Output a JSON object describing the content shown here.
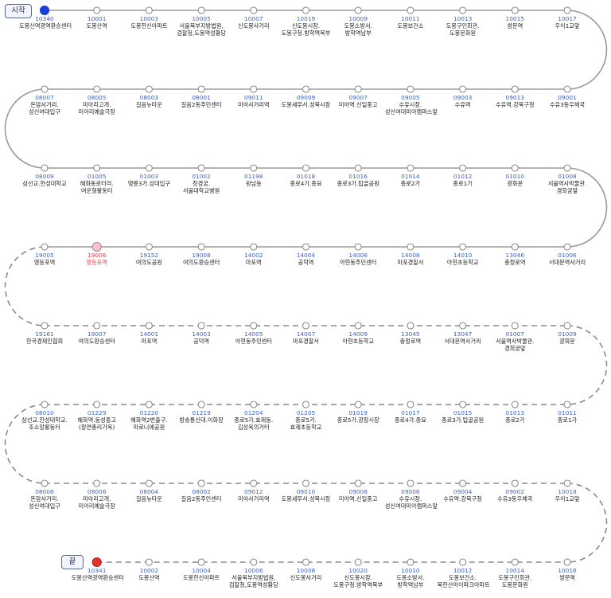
{
  "markers": {
    "start": "시작",
    "end": "끝"
  },
  "rows": [
    {
      "dir": "ltr",
      "style": "solid",
      "stops": [
        {
          "id": "10340",
          "name": "도봉산역광역환승센터",
          "type": "start"
        },
        {
          "id": "10001",
          "name": "도봉산역"
        },
        {
          "id": "10003",
          "name": "도봉한신아파트"
        },
        {
          "id": "10005",
          "name": "서울북부지방법원,검찰청,도봉역성황당"
        },
        {
          "id": "10007",
          "name": "신도봉사거리"
        },
        {
          "id": "10019",
          "name": "신도봉시장.도봉구청.방학역북부"
        },
        {
          "id": "10009",
          "name": "도봉소방서.방학역남부"
        },
        {
          "id": "10011",
          "name": "도봉보건소"
        },
        {
          "id": "10013",
          "name": "도봉구민회관.도봉문화원"
        },
        {
          "id": "10015",
          "name": "쌍문역"
        },
        {
          "id": "10017",
          "name": "우이1교앞"
        }
      ]
    },
    {
      "dir": "rtl",
      "style": "solid",
      "stops": [
        {
          "id": "09001",
          "name": "수유3동우체국"
        },
        {
          "id": "09013",
          "name": "수유역.강북구청"
        },
        {
          "id": "09003",
          "name": "수유역"
        },
        {
          "id": "09005",
          "name": "수유시장.성신여대미아캠퍼스앞"
        },
        {
          "id": "09007",
          "name": "미아역.신일중고"
        },
        {
          "id": "09009",
          "name": "도봉세무서.성북시장"
        },
        {
          "id": "09011",
          "name": "미아사거리역"
        },
        {
          "id": "08001",
          "name": "길음2동주민센터"
        },
        {
          "id": "08003",
          "name": "길음뉴타운"
        },
        {
          "id": "08005",
          "name": "미아리고개.미아리예술극장"
        },
        {
          "id": "08007",
          "name": "돈암사거리.성신여대입구"
        }
      ]
    },
    {
      "dir": "ltr",
      "style": "solid",
      "stops": [
        {
          "id": "08009",
          "name": "삼선교.한성대학교"
        },
        {
          "id": "01005",
          "name": "혜화동로터리.여운형활동터"
        },
        {
          "id": "01003",
          "name": "명륜3가.성대입구"
        },
        {
          "id": "01002",
          "name": "창경궁.서울대학교병원"
        },
        {
          "id": "01198",
          "name": "원남동"
        },
        {
          "id": "01018",
          "name": "종로4가.종묘"
        },
        {
          "id": "01016",
          "name": "종로3가.탑골공원"
        },
        {
          "id": "01014",
          "name": "종로2가"
        },
        {
          "id": "01012",
          "name": "종로1가"
        },
        {
          "id": "01010",
          "name": "광화문"
        },
        {
          "id": "01008",
          "name": "서울역사박물관.경희궁앞"
        }
      ]
    },
    {
      "dir": "rtl",
      "style": "solid",
      "stops": [
        {
          "id": "01006",
          "name": "서대문역사거리"
        },
        {
          "id": "13046",
          "name": "충정로역"
        },
        {
          "id": "14010",
          "name": "아현초등학교"
        },
        {
          "id": "14008",
          "name": "마포경찰서"
        },
        {
          "id": "14006",
          "name": "아현동주민센터"
        },
        {
          "id": "14004",
          "name": "공덕역"
        },
        {
          "id": "14002",
          "name": "마포역"
        },
        {
          "id": "19008",
          "name": "여의도환승센터"
        },
        {
          "id": "19152",
          "name": "여의도공원"
        },
        {
          "id": "19006",
          "name": "영등포역",
          "type": "current"
        },
        {
          "id": "19005",
          "name": "영등포역"
        }
      ]
    },
    {
      "dir": "ltr",
      "style": "dash",
      "stops": [
        {
          "id": "19161",
          "name": "한국경제인협회"
        },
        {
          "id": "19007",
          "name": "여의도환승센터"
        },
        {
          "id": "14001",
          "name": "마포역"
        },
        {
          "id": "14003",
          "name": "공덕역"
        },
        {
          "id": "14005",
          "name": "아현동주민센터"
        },
        {
          "id": "14007",
          "name": "마포경찰서"
        },
        {
          "id": "14009",
          "name": "아현초등학교"
        },
        {
          "id": "13045",
          "name": "충정로역"
        },
        {
          "id": "13047",
          "name": "서대문역사거리"
        },
        {
          "id": "01007",
          "name": "서울역사박물관.경희궁앞"
        },
        {
          "id": "01009",
          "name": "광화문"
        }
      ]
    },
    {
      "dir": "rtl",
      "style": "dash",
      "stops": [
        {
          "id": "01011",
          "name": "종로1가"
        },
        {
          "id": "01013",
          "name": "종로2가"
        },
        {
          "id": "01015",
          "name": "종로3가.탑골공원"
        },
        {
          "id": "01017",
          "name": "종로4가.종묘"
        },
        {
          "id": "01019",
          "name": "종로5가.광장시장"
        },
        {
          "id": "01205",
          "name": "종로5가.효제초등학교"
        },
        {
          "id": "01204",
          "name": "종로5가.효제동.김상옥의거터"
        },
        {
          "id": "01219",
          "name": "방송통신대.이화장"
        },
        {
          "id": "01220",
          "name": "혜화역2번출구.마로니에공원"
        },
        {
          "id": "01229",
          "name": "혜화역.동성중고(장면총리가옥)"
        },
        {
          "id": "08010",
          "name": "삼선교.한성대학교.조소앙활동터"
        }
      ]
    },
    {
      "dir": "ltr",
      "style": "dash",
      "stops": [
        {
          "id": "08008",
          "name": "돈암사거리.성신여대입구"
        },
        {
          "id": "08006",
          "name": "미아리고개.미아리예술극장"
        },
        {
          "id": "08004",
          "name": "길음뉴타운"
        },
        {
          "id": "08002",
          "name": "길음2동주민센터"
        },
        {
          "id": "09012",
          "name": "미아사거리역"
        },
        {
          "id": "09010",
          "name": "도봉세무서.성북시장"
        },
        {
          "id": "09008",
          "name": "미아역.신일중고"
        },
        {
          "id": "09006",
          "name": "수유시장.성신여대미아캠퍼스앞"
        },
        {
          "id": "09004",
          "name": "수유역.강북구청"
        },
        {
          "id": "09002",
          "name": "수유3동우체국"
        },
        {
          "id": "10018",
          "name": "우이1교앞"
        }
      ]
    },
    {
      "dir": "rtl",
      "style": "dash",
      "stops": [
        {
          "id": "10016",
          "name": "쌍문역"
        },
        {
          "id": "10014",
          "name": "도봉구민회관.도봉문화원"
        },
        {
          "id": "10012",
          "name": "도봉보건소.북한산아이파크아파트"
        },
        {
          "id": "10010",
          "name": "도봉소방서.방학역남부"
        },
        {
          "id": "10020",
          "name": "신도봉시장.도봉구청.방학역북부"
        },
        {
          "id": "10008",
          "name": "신도봉사거리"
        },
        {
          "id": "10006",
          "name": "서울북부지방법원,검찰청,도봉역성황당"
        },
        {
          "id": "10004",
          "name": "도봉한신아파트"
        },
        {
          "id": "10002",
          "name": "도봉산역"
        },
        {
          "id": "10341",
          "name": "도봉산역광역환승센터",
          "type": "end"
        }
      ]
    }
  ]
}
